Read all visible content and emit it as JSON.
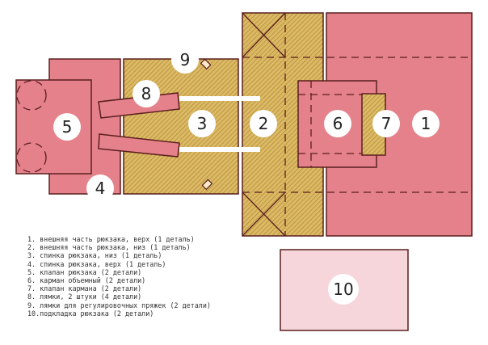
{
  "colors": {
    "pink": "#e5818a",
    "gold": "#dcb964",
    "outline": "#5a1f1f",
    "circle": "#ffffff"
  },
  "pieces": {
    "p1": "1",
    "p2": "2",
    "p3": "3",
    "p4": "4",
    "p5": "5",
    "p6": "6",
    "p7": "7",
    "p8": "8",
    "p9": "9",
    "p10": "10"
  },
  "legend": [
    "1. внешняя часть рюкзака, верх (1 деталь)",
    "2. внешняя часть рюкзака, низ (1 деталь)",
    "3. спинка рюкзака, низ (1 деталь)",
    "4. спинка рюкзака, верх (1 деталь)",
    "5. клапан рюкзака (2 детали)",
    "6. карман объемный (2 детали)",
    "7. клапан кармана (2 детали)",
    "8. лямки, 2 штуки (4 детали)",
    "9. лямки для регулировочных пряжек (2 детали)",
    "10.подкладка рюкзака (2 детали)"
  ]
}
